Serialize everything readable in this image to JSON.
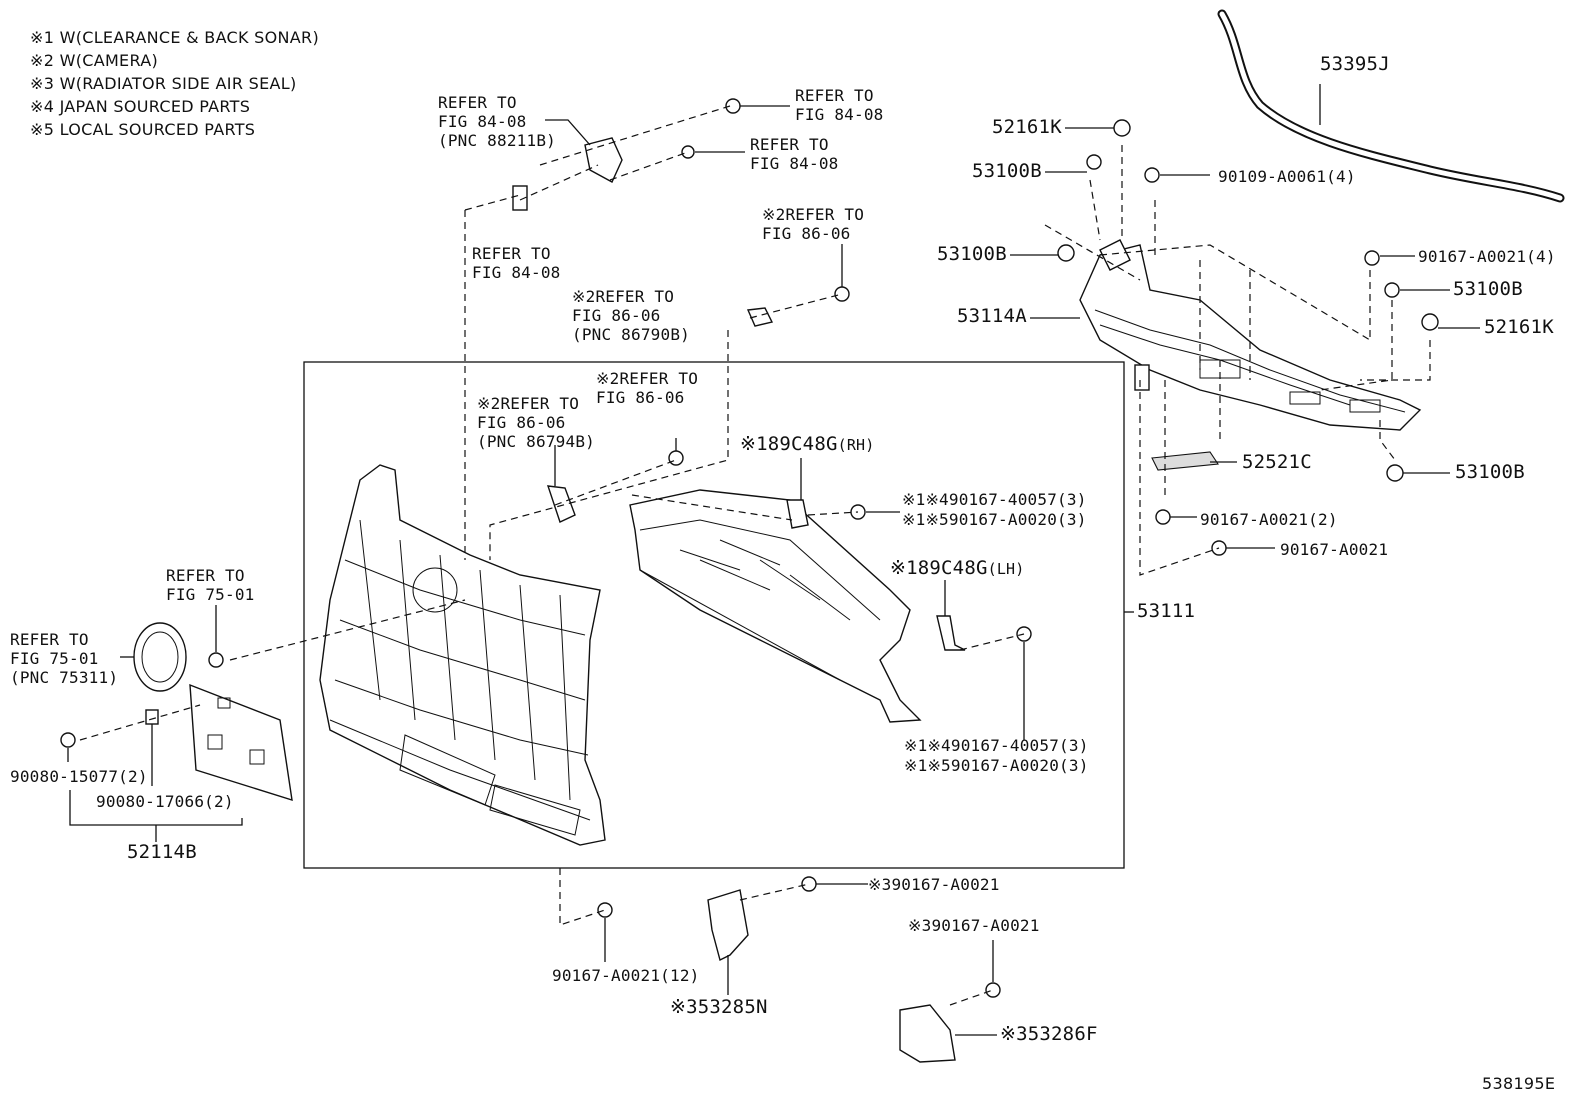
{
  "legend": [
    "※1 W(CLEARANCE & BACK SONAR)",
    "※2 W(CAMERA)",
    "※3 W(RADIATOR SIDE AIR SEAL)",
    "※4 JAPAN SOURCED PARTS",
    "※5 LOCAL SOURCED PARTS"
  ],
  "labels": {
    "ref_8408_a": "REFER TO\nFIG 84-08\n(PNC 88211B)",
    "ref_8408_b": "REFER TO\nFIG 84-08",
    "ref_8408_c": "REFER TO\nFIG 84-08",
    "ref_8408_d": "REFER TO\nFIG 84-08",
    "ref_8606_a": "※2REFER TO\nFIG 86-06",
    "ref_8606_b": "※2REFER TO\nFIG 86-06\n(PNC 86790B)",
    "ref_8606_c": "※2REFER TO\nFIG 86-06",
    "ref_8606_d": "※2REFER TO\nFIG 86-06\n(PNC 86794B)",
    "ref_7501_a": "REFER TO\nFIG 75-01",
    "ref_7501_b": "REFER TO\nFIG 75-01\n(PNC 75311)",
    "p_53395J": "53395J",
    "p_52161K_top": "52161K",
    "p_53100B_1": "53100B",
    "p_53100B_2": "53100B",
    "p_53114A": "53114A",
    "p_90109": "90109-A0061(4)",
    "p_90167_4": "90167-A0021(4)",
    "p_53100B_3": "53100B",
    "p_52161K_r": "52161K",
    "p_52521C": "52521C",
    "p_53100B_4": "53100B",
    "p_90167_2": "90167-A0021(2)",
    "p_90167_single": "90167-A0021",
    "p_53111": "53111",
    "p_89C48G_rh": "※189C48G",
    "p_89C48G_rh_side": "(RH)",
    "p_89C48G_lh": "※189C48G",
    "p_89C48G_lh_side": "(LH)",
    "p_40057_a": "※1※490167-40057(3)",
    "p_A0020_a": "※1※590167-A0020(3)",
    "p_40057_b": "※1※490167-40057(3)",
    "p_A0020_b": "※1※590167-A0020(3)",
    "p_15077": "90080-15077(2)",
    "p_17066": "90080-17066(2)",
    "p_52114B": "52114B",
    "p_90167_12": "90167-A0021(12)",
    "p_53285N": "※353285N",
    "p_90167_s3a": "※390167-A0021",
    "p_90167_s3b": "※390167-A0021",
    "p_53286F": "※353286F",
    "diagram_id": "538195E"
  }
}
